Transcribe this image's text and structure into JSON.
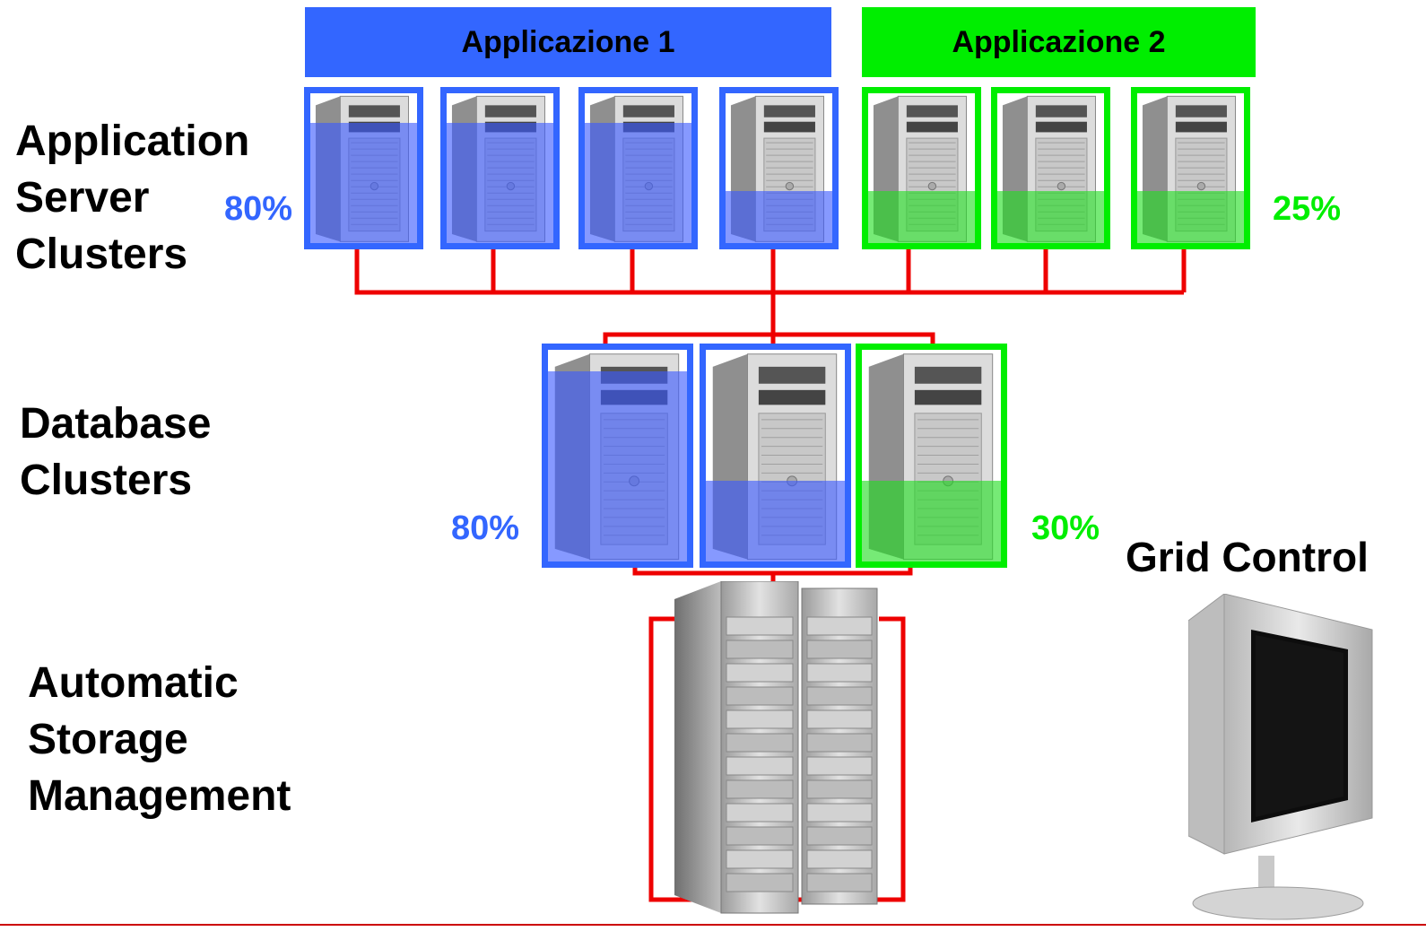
{
  "colors": {
    "app1": "#3366ff",
    "app2": "#00ee00",
    "link": "#ee0000",
    "fill_blue": "#3b5bff",
    "fill_green": "#22dd22"
  },
  "banners": {
    "app1": "Applicazione 1",
    "app2": "Applicazione 2"
  },
  "labels": {
    "app_server": [
      "Application",
      "Server",
      "Clusters"
    ],
    "database": [
      "Database",
      "Clusters"
    ],
    "storage": [
      "Automatic",
      "Storage",
      "Management"
    ],
    "grid": "Grid Control"
  },
  "percentages": {
    "app1_servers": "80%",
    "app2_servers": "25%",
    "db_app1": "80%",
    "db_app2": "30%"
  },
  "app_servers": [
    {
      "app": "app1",
      "load": 0.8
    },
    {
      "app": "app1",
      "load": 0.8
    },
    {
      "app": "app1",
      "load": 0.8
    },
    {
      "app": "app1",
      "load": 0.35
    },
    {
      "app": "app2",
      "load": 0.35
    },
    {
      "app": "app2",
      "load": 0.35
    },
    {
      "app": "app2",
      "load": 0.35
    }
  ],
  "db_servers": [
    {
      "app": "app1",
      "load": 0.9
    },
    {
      "app": "app1",
      "load": 0.38
    },
    {
      "app": "app2",
      "load": 0.38
    }
  ],
  "icons": {
    "server": "tower-server-icon",
    "storage": "storage-rack-icon",
    "monitor": "monitor-icon"
  }
}
